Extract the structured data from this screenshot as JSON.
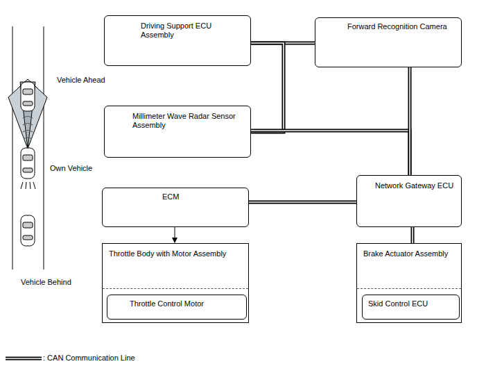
{
  "diagram": {
    "nodes": [
      {
        "text": [
          "Driving Support ECU Assembly"
        ]
      },
      {
        "text": [
          "Forward Recognition Camera"
        ]
      },
      {
        "text": [
          "Millimeter Wave Radar Sensor Assembly"
        ]
      },
      {
        "text": [
          "ECM"
        ]
      },
      {
        "text": [
          "Network Gateway ECU"
        ]
      },
      {
        "text": [
          "Throttle Body with Motor Assembly"
        ]
      },
      {
        "text": [
          "Throttle Control Motor"
        ],
        "in": 5
      },
      {
        "text": [
          "Brake Actuator Assembly"
        ]
      },
      {
        "text": [
          "Skid Control ECU"
        ],
        "in": 7
      }
    ],
    "edges": [
      {
        "from": 0,
        "to": 1,
        "arrow": "none"
      },
      {
        "from": 0,
        "to": 2,
        "arrow": "none"
      },
      {
        "from": 2,
        "to": 4,
        "arrow": "none"
      },
      {
        "from": 1,
        "to": 4,
        "arrow": "none"
      },
      {
        "from": 4,
        "to": 3,
        "arrow": "none"
      },
      {
        "from": 4,
        "to": 7,
        "arrow": "none"
      },
      {
        "from": 3,
        "to": 5,
        "arrow": "to"
      }
    ],
    "labels": [
      "Vehicle Ahead",
      "Own Vehicle",
      "Vehicle Behind"
    ],
    "legend": [
      {
        "text": ": CAN Communication Line"
      }
    ]
  }
}
